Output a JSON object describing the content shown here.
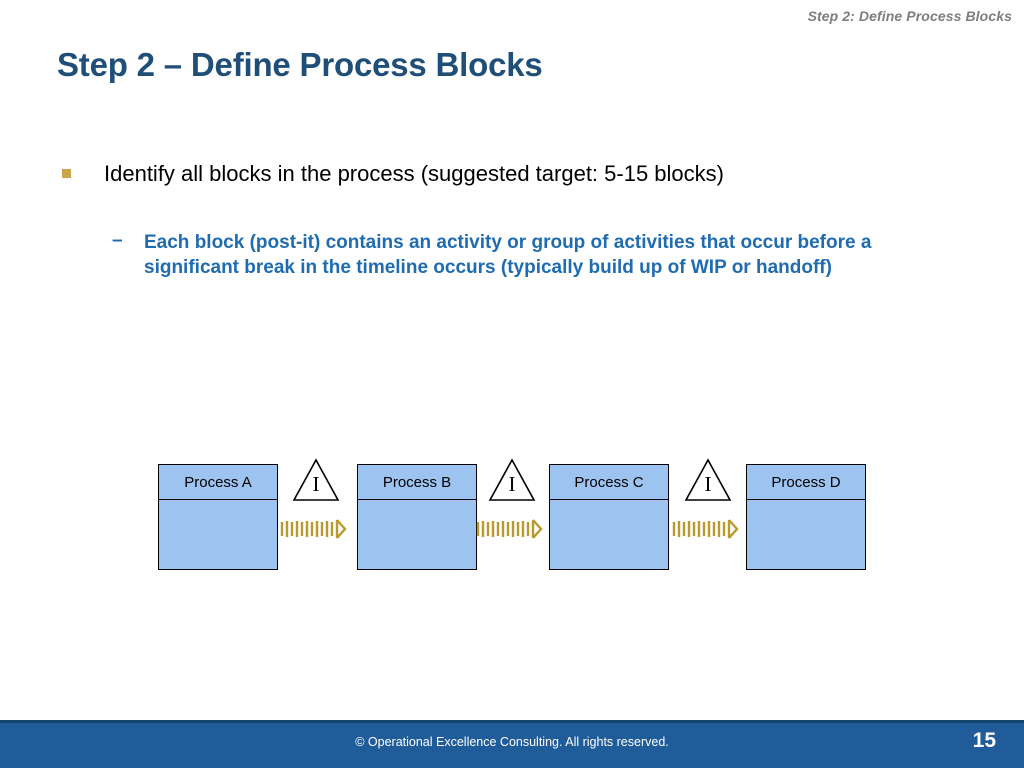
{
  "header": {
    "note": "Step 2: Define Process Blocks"
  },
  "title": "Step 2 – Define Process Blocks",
  "bullets": {
    "level1": "Identify all blocks in the process (suggested target: 5-15 blocks)",
    "level2_dash": "–",
    "level2": "Each block (post-it) contains an activity or group of activities that occur before a significant break in the timeline occurs (typically build up of WIP or handoff)"
  },
  "diagram": {
    "blocks": [
      {
        "label": "Process A"
      },
      {
        "label": "Process B"
      },
      {
        "label": "Process C"
      },
      {
        "label": "Process D"
      }
    ],
    "inventory_markers": [
      {
        "label": "I"
      },
      {
        "label": "I"
      },
      {
        "label": "I"
      }
    ],
    "colors": {
      "block_fill": "#9dc3f0",
      "block_border": "#000000",
      "spring": "#b99a2e"
    }
  },
  "footer": {
    "copyright": "© Operational Excellence Consulting.  All rights reserved.",
    "page_number": "15",
    "color": "#1f5c99"
  }
}
